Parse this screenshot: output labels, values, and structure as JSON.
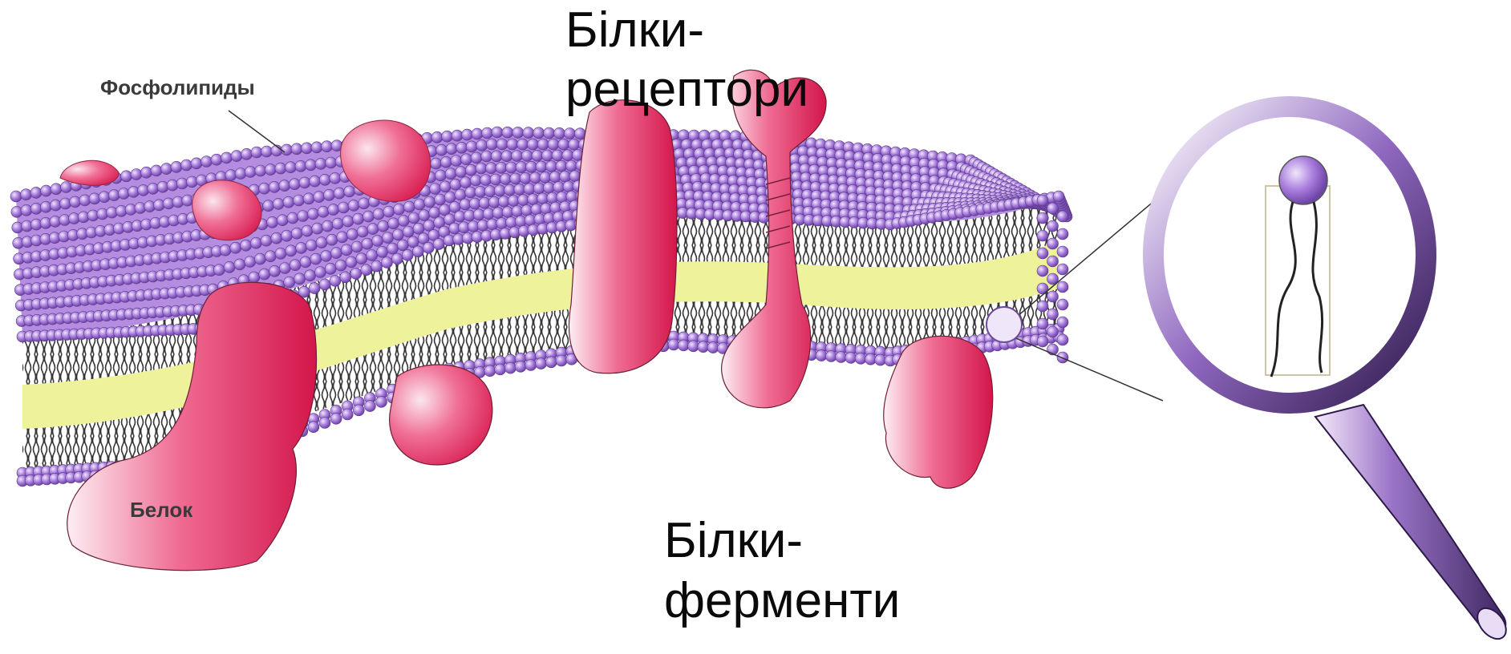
{
  "labels": {
    "phospholipids": "Фосфолипиды",
    "protein": "Белок",
    "receptors_line1": "Білки-",
    "receptors_line2": "рецептори",
    "enzymes_line1": "Білки-",
    "enzymes_line2": "ферменти"
  },
  "colors": {
    "head": "#9a6ad2",
    "head_light": "#e6d6f6",
    "protein": "#e8305e",
    "protein_light": "#fbe4ec",
    "tail": "#2c2c2c",
    "core": "#eef29a",
    "lens_frame": "#5a3c80"
  },
  "icons": {
    "magnifier": "magnifying-glass-icon"
  }
}
